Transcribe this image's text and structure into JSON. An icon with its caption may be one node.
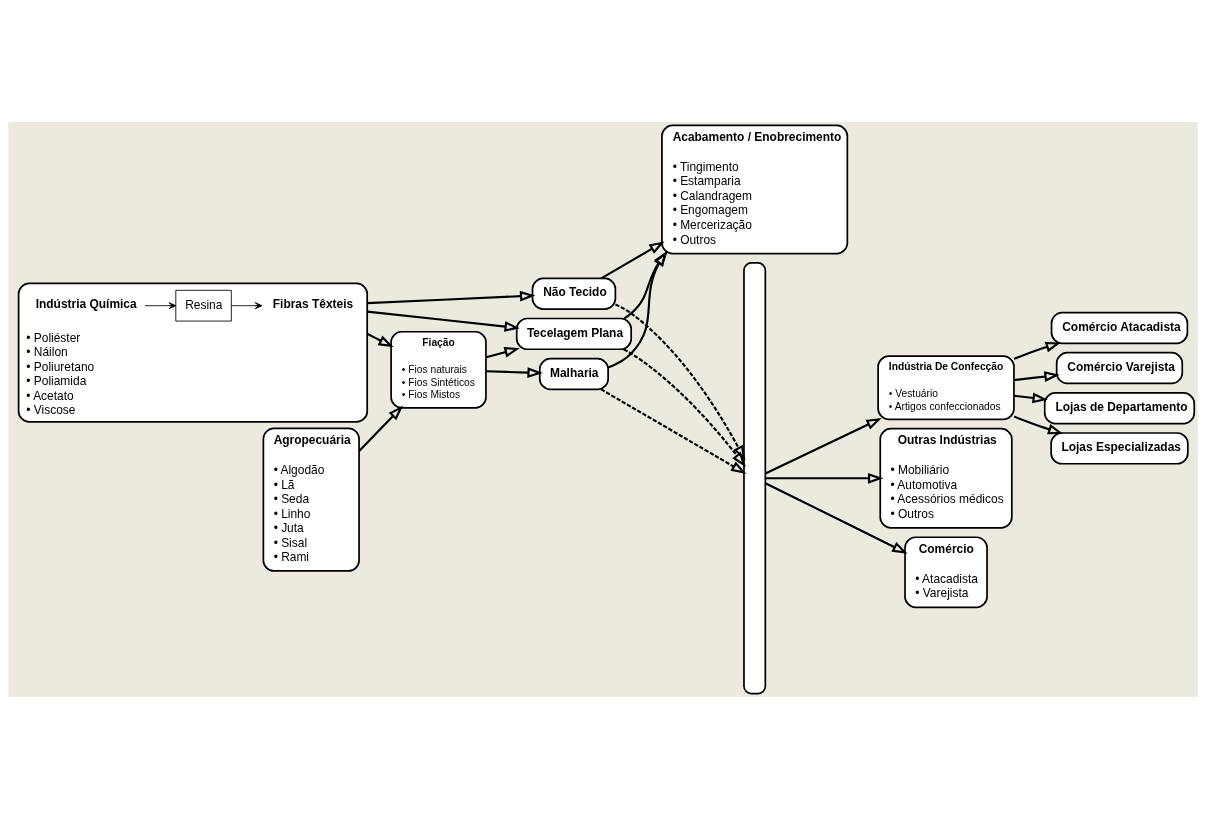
{
  "diagram": {
    "nodes": [
      {
        "text": [
          "• Poliéster",
          "• Náilon",
          "• Poliuretano",
          "• Poliamida",
          "• Acetato",
          "• Viscose"
        ]
      },
      {
        "text": [
          "Indústria Química"
        ],
        "in": 0
      },
      {
        "text": [
          "Resina"
        ],
        "in": 0
      },
      {
        "text": [
          "Fibras Têxteis"
        ],
        "in": 0
      },
      {
        "text": [
          "Agropecuária",
          "• Algodão",
          "• Lã",
          "• Seda",
          "• Linho",
          "• Juta",
          "• Sisal",
          "• Rami"
        ]
      },
      {
        "text": [
          "Fiação",
          "• Fios naturais",
          "• Fios Sintéticos",
          "• Fios Mistos"
        ]
      },
      {
        "text": [
          "Não Tecido"
        ]
      },
      {
        "text": [
          "Tecelagem Plana"
        ]
      },
      {
        "text": [
          "Malharia"
        ]
      },
      {
        "text": [
          "Acabamento / Enobrecimento",
          "• Tingimento",
          "• Estamparia",
          "• Calandragem",
          "• Engomagem",
          "• Mercerização",
          "• Outros"
        ]
      },
      {
        "text": [],
        "shape": "bar"
      },
      {
        "text": [
          "Indústria De Confecção",
          "• Vestuário",
          "• Artigos confeccionados"
        ]
      },
      {
        "text": [
          "Outras Indústrias",
          "• Mobiliário",
          "• Automotiva",
          "• Acessórios médicos",
          "• Outros"
        ]
      },
      {
        "text": [
          "Comércio",
          "• Atacadista",
          "• Varejista"
        ]
      },
      {
        "text": [
          "Comércio Atacadista"
        ]
      },
      {
        "text": [
          "Comércio Varejista"
        ]
      },
      {
        "text": [
          "Lojas de Departamento"
        ]
      },
      {
        "text": [
          "Lojas Especializadas"
        ]
      }
    ],
    "edges": [
      {
        "from": 1,
        "to": 2,
        "arrow": "to"
      },
      {
        "from": 2,
        "to": 3,
        "arrow": "to"
      },
      {
        "from": 0,
        "to": 6,
        "arrow": "to"
      },
      {
        "from": 0,
        "to": 7,
        "arrow": "to"
      },
      {
        "from": 0,
        "to": 5,
        "arrow": "to"
      },
      {
        "from": 4,
        "to": 5,
        "arrow": "to"
      },
      {
        "from": 5,
        "to": 7,
        "arrow": "to"
      },
      {
        "from": 5,
        "to": 8,
        "arrow": "to"
      },
      {
        "from": 6,
        "to": 9,
        "arrow": "to"
      },
      {
        "from": 6,
        "to": 10,
        "arrow": "to",
        "style": "dashed"
      },
      {
        "from": 7,
        "to": 9,
        "arrow": "to"
      },
      {
        "from": 7,
        "to": 10,
        "arrow": "to",
        "style": "dashed"
      },
      {
        "from": 8,
        "to": 9,
        "arrow": "to"
      },
      {
        "from": 8,
        "to": 10,
        "arrow": "to",
        "style": "dashed"
      },
      {
        "from": 10,
        "to": 11,
        "arrow": "to"
      },
      {
        "from": 10,
        "to": 12,
        "arrow": "to"
      },
      {
        "from": 10,
        "to": 13,
        "arrow": "to"
      },
      {
        "from": 11,
        "to": 14,
        "arrow": "to"
      },
      {
        "from": 11,
        "to": 15,
        "arrow": "to"
      },
      {
        "from": 11,
        "to": 16,
        "arrow": "to"
      },
      {
        "from": 11,
        "to": 17,
        "arrow": "to"
      }
    ]
  }
}
